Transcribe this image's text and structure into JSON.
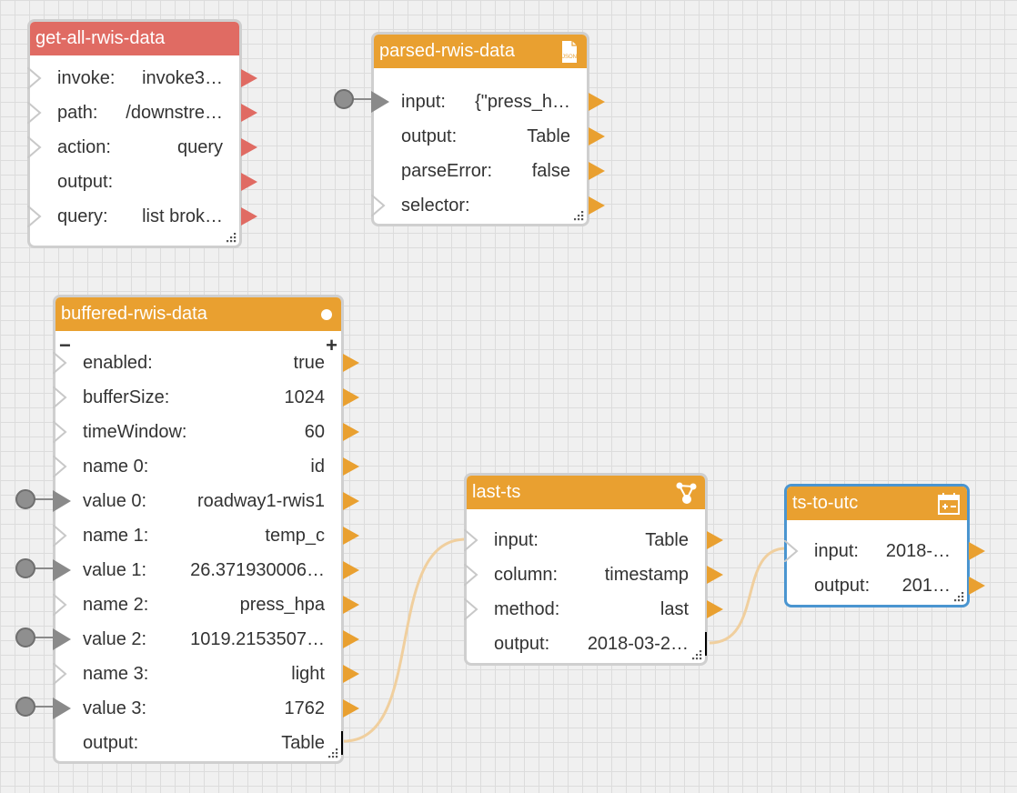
{
  "colors": {
    "red_header": "#e06b63",
    "orange_header": "#e9a030",
    "selected_border": "#4a95d0",
    "wire": "#f0cf9e"
  },
  "nodes": {
    "get_all": {
      "title": "get-all-rwis-data",
      "rows": [
        {
          "label": "invoke:",
          "value": "invoke3…"
        },
        {
          "label": "path:",
          "value": "/downstre…"
        },
        {
          "label": "action:",
          "value": "query"
        },
        {
          "label": "output:",
          "value": ""
        },
        {
          "label": "query:",
          "value": "list brok…"
        }
      ]
    },
    "parsed": {
      "title": "parsed-rwis-data",
      "icon": "json-file-icon",
      "icon_text": "JSON",
      "rows": [
        {
          "label": "input:",
          "value": "{\"press_h…"
        },
        {
          "label": "output:",
          "value": "Table"
        },
        {
          "label": "parseError:",
          "value": "false"
        },
        {
          "label": "selector:",
          "value": ""
        }
      ]
    },
    "buffered": {
      "title": "buffered-rwis-data",
      "collapse_label": "−",
      "expand_label": "+",
      "rows": [
        {
          "label": "enabled:",
          "value": "true"
        },
        {
          "label": "bufferSize:",
          "value": "1024"
        },
        {
          "label": "timeWindow:",
          "value": "60"
        },
        {
          "label": "name 0:",
          "value": "id"
        },
        {
          "label": "value 0:",
          "value": "roadway1-rwis1"
        },
        {
          "label": "name 1:",
          "value": "temp_c"
        },
        {
          "label": "value 1:",
          "value": "26.371930006…"
        },
        {
          "label": "name 2:",
          "value": "press_hpa"
        },
        {
          "label": "value 2:",
          "value": "1019.2153507…"
        },
        {
          "label": "name 3:",
          "value": "light"
        },
        {
          "label": "value 3:",
          "value": "1762"
        },
        {
          "label": "output:",
          "value": "Table"
        }
      ]
    },
    "last_ts": {
      "title": "last-ts",
      "icon": "share-nodes-icon",
      "rows": [
        {
          "label": "input:",
          "value": "Table"
        },
        {
          "label": "column:",
          "value": "timestamp"
        },
        {
          "label": "method:",
          "value": "last"
        },
        {
          "label": "output:",
          "value": "2018-03-2…"
        }
      ]
    },
    "ts_to_utc": {
      "title": "ts-to-utc",
      "icon": "calendar-icon",
      "rows": [
        {
          "label": "input:",
          "value": "2018-…"
        },
        {
          "label": "output:",
          "value": "201…"
        }
      ]
    }
  }
}
